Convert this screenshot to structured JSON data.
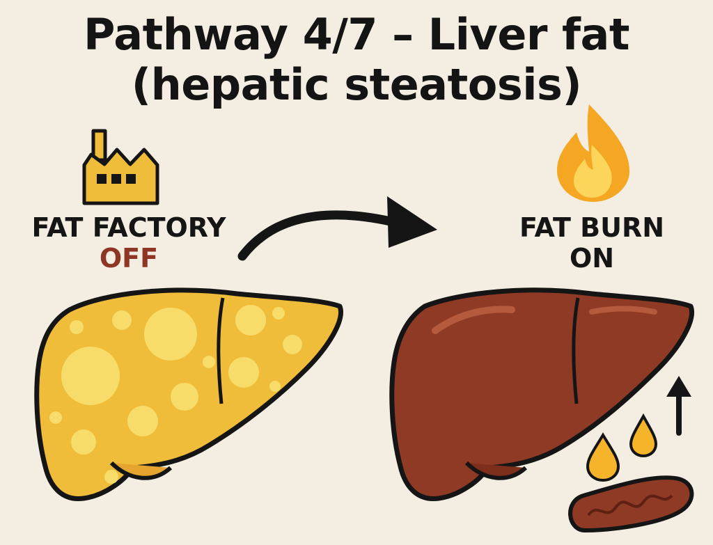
{
  "title": {
    "line1": "Pathway 4/7 – Liver fat",
    "line2": "(hepatic steatosis)"
  },
  "left_panel": {
    "label_main": "FAT FACTORY",
    "label_state": "OFF",
    "icon": "factory-icon",
    "liver_state": "fatty-liver"
  },
  "right_panel": {
    "label_main": "FAT BURN",
    "label_state": "ON",
    "icon": "flame-icon",
    "liver_state": "healthy-liver"
  },
  "colors": {
    "background": "#f3ede2",
    "fatty_liver": "#f0bd3a",
    "fat_globule": "#f7dc6a",
    "healthy_liver": "#8f3a24",
    "off_text": "#8e3523",
    "flame_outer": "#f5a623",
    "flame_inner": "#fbd65a"
  }
}
